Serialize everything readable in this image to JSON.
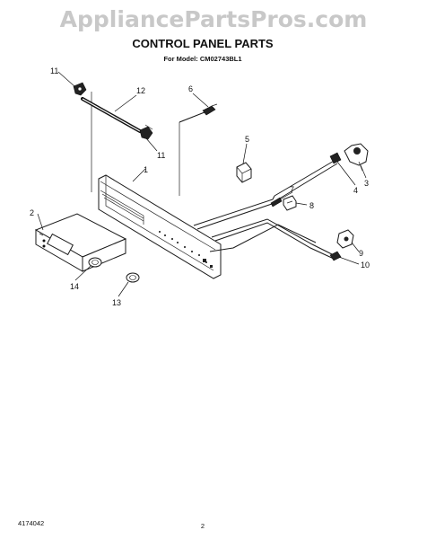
{
  "watermark": "AppliancePartsPros.com",
  "title": "CONTROL PANEL PARTS",
  "subtitle": "For Model: CM02743BL1",
  "callouts": {
    "c1": "1",
    "c2": "2",
    "c3": "3",
    "c4": "4",
    "c5": "5",
    "c6": "6",
    "c7": "7",
    "c8": "8",
    "c9": "9",
    "c10": "10",
    "c11a": "11",
    "c11b": "11",
    "c12": "12",
    "c13": "13",
    "c14": "14"
  },
  "footer": {
    "left": "4174042",
    "page": "2"
  }
}
